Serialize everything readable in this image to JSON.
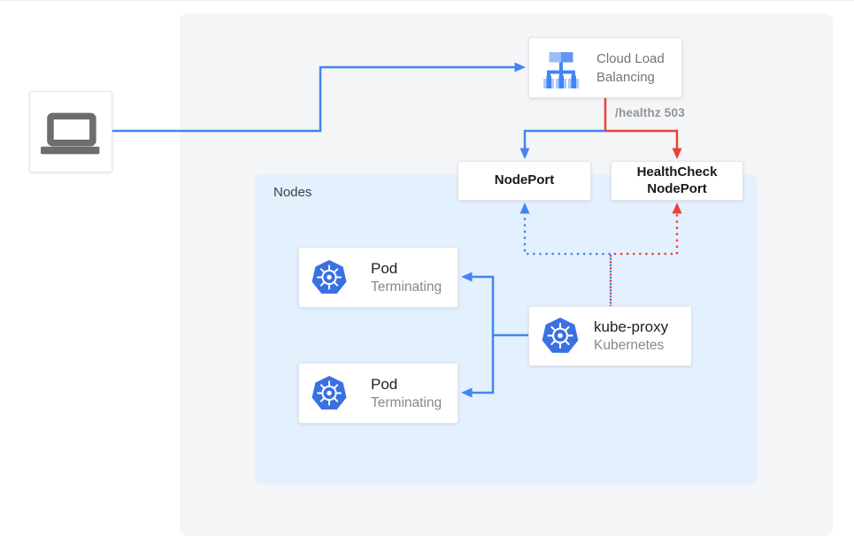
{
  "colors": {
    "edge_blue": "#4285f4",
    "edge_red": "#ea4335",
    "nodes_group_bg": "#e3f0fd",
    "panel_bg": "#f4f5f6",
    "kubernetes_blue": "#3a70e2",
    "laptop_gray": "#6d6d6d"
  },
  "groups": {
    "nodes": {
      "label": "Nodes"
    }
  },
  "boxes": {
    "client": {
      "icon": "laptop-icon"
    },
    "clb": {
      "icon": "load-balancer-icon",
      "label": "Cloud Load Balancing"
    },
    "nodeport": {
      "label": "NodePort"
    },
    "healthcheck_nodeport": {
      "label": "HealthCheck NodePort"
    },
    "kube_proxy": {
      "icon": "kubernetes-icon",
      "title": "kube-proxy",
      "subtitle": "Kubernetes"
    }
  },
  "pods": [
    {
      "icon": "kubernetes-icon",
      "title": "Pod",
      "subtitle": "Terminating"
    },
    {
      "icon": "kubernetes-icon",
      "title": "Pod",
      "subtitle": "Terminating"
    }
  ],
  "edges": {
    "healthz_label": "/healthz 503"
  }
}
